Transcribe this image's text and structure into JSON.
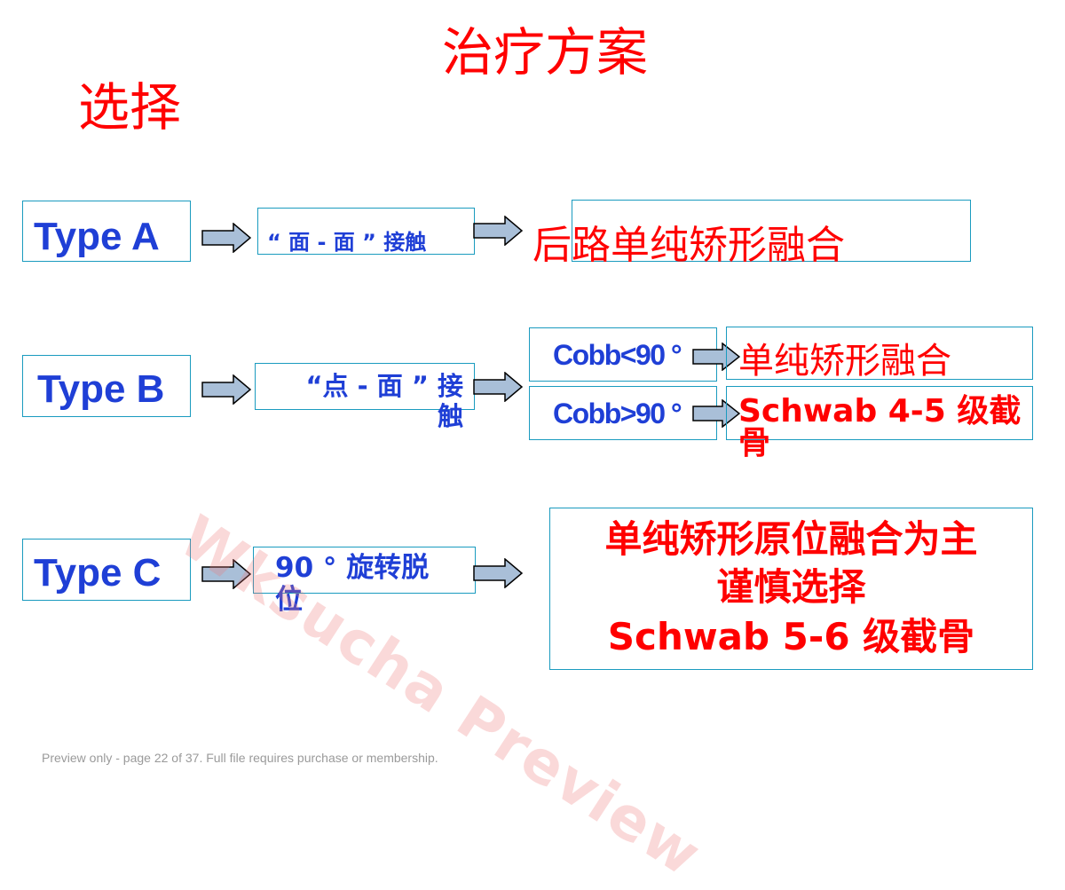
{
  "title": {
    "line1": "治疗方案",
    "line2": "选择"
  },
  "rows": {
    "a": {
      "type_label": "Type A",
      "contact": "“ 面 - 面 ” 接触",
      "result": "后路单纯矫形融合"
    },
    "b": {
      "type_label": "Type B",
      "contact": "“点 - 面 ” 接触",
      "branch_low": {
        "condition": "Cobb<90 °",
        "result": "单纯矫形融合"
      },
      "branch_high": {
        "condition": "Cobb>90 °",
        "result": "Schwab 4-5 级截骨"
      }
    },
    "c": {
      "type_label": "Type C",
      "contact": "90 ° 旋转脱位",
      "result_line1": "单纯矫形原位融合为主",
      "result_line2": "谨慎选择",
      "result_line3": "Schwab 5-6 级截骨"
    }
  },
  "watermark": "Wksucha Preview",
  "footer": "Preview only - page 22 of 37. Full file requires purchase or membership.",
  "colors": {
    "title_red": "#ff0000",
    "label_blue": "#1f3fd6",
    "box_border": "#1a9bbf",
    "arrow_fill": "#a9bfd8",
    "watermark": "#ec7878"
  }
}
